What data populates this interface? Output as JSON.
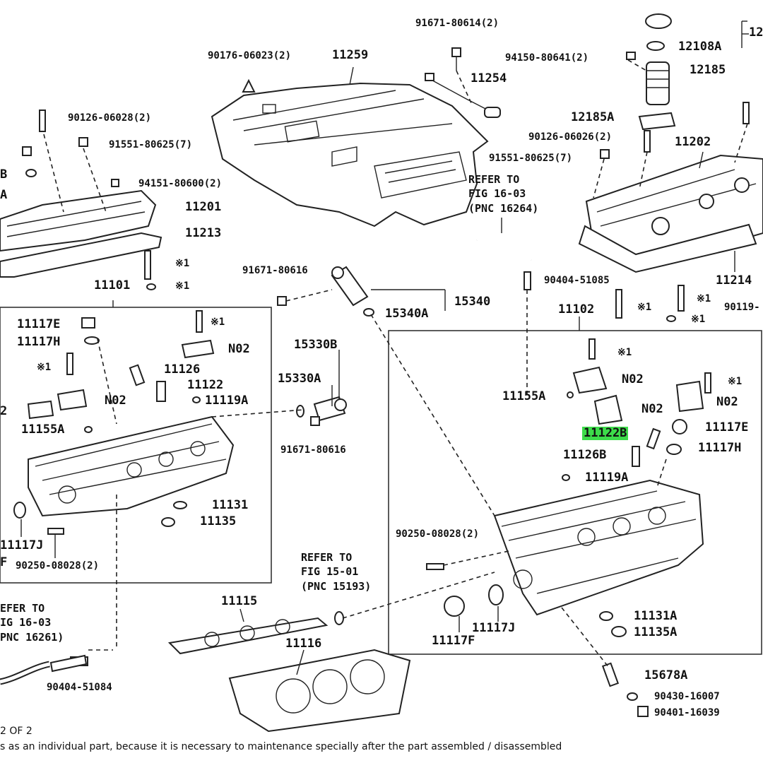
{
  "labels": {
    "p91671_80614": "91671-80614(2)",
    "p90176_06023": "90176-06023(2)",
    "p11259": "11259",
    "p11254": "11254",
    "p12_top": "12",
    "p12108A": "12108A",
    "p94150_80641": "94150-80641(2)",
    "p12185": "12185",
    "p12185A": "12185A",
    "p90126_06026": "90126-06026(2)",
    "p11202": "11202",
    "p91551_80625_r": "91551-80625(7)",
    "p90126_06028": "90126-06028(2)",
    "p91551_80625_l": "91551-80625(7)",
    "p94151_80600": "94151-80600(2)",
    "p11201": "11201",
    "p11213": "11213",
    "p_b_left": "B",
    "p_a_left": "A",
    "refer1_line1": "REFER TO",
    "refer1_line2": "FIG 16-03",
    "refer1_line3": "(PNC 16264)",
    "p90404_51085": "90404-51085",
    "p11214": "11214",
    "p90119": "90119-",
    "p91671_80616_a": "91671-80616",
    "p15340": "15340",
    "p15340A": "15340A",
    "p11101": "11101",
    "p11102": "11102",
    "mark1_a": "※1",
    "mark1_b": "※1",
    "mark1_c": "※1",
    "mark1_d": "※1",
    "mark1_e": "※1",
    "mark1_f": "※1",
    "mark1_g": "※1",
    "mark1_h": "※1",
    "mark1_i": "※1",
    "p11117E_l": "11117E",
    "p11117H_l": "11117H",
    "pN02_l1": "N02",
    "pN02_l2": "N02",
    "p11126_l": "11126",
    "p11122_l": "11122",
    "p11119A_l": "11119A",
    "p2_left": "2",
    "p11155A_l": "11155A",
    "p15330B": "15330B",
    "p15330A": "15330A",
    "p91671_80616_b": "91671-80616",
    "p11155A_r": "11155A",
    "pN02_r1": "N02",
    "pN02_r2": "N02",
    "pN02_r3": "N02",
    "p11122B": "11122B",
    "p11117E_r": "11117E",
    "p11126B": "11126B",
    "p11117H_r": "11117H",
    "p11119A_r": "11119A",
    "p11131": "11131",
    "p11135": "11135",
    "p11117J_l": "11117J",
    "pF_left": "F",
    "p90250_08028_l": "90250-08028(2)",
    "p90250_08028_r": "90250-08028(2)",
    "refer2_line1": "REFER TO",
    "refer2_line2": "FIG 15-01",
    "refer2_line3": "(PNC 15193)",
    "refer3_line1": "EFER TO",
    "refer3_line2": "IG 16-03",
    "refer3_line3": "PNC 16261)",
    "p11115": "11115",
    "p11116": "11116",
    "p11131A": "11131A",
    "p11135A": "11135A",
    "p11117J_r": "11117J",
    "p11117F": "11117F",
    "p90404_51084": "90404-51084",
    "p15678A": "15678A",
    "p90430_16007": "90430-16007",
    "p90401_16039": "90401-16039"
  },
  "footer": {
    "page": "2 OF 2",
    "note": "s as an individual part, because it is necessary to maintenance specially after the part assembled / disassembled"
  },
  "highlight_color": "#3ddc4a"
}
